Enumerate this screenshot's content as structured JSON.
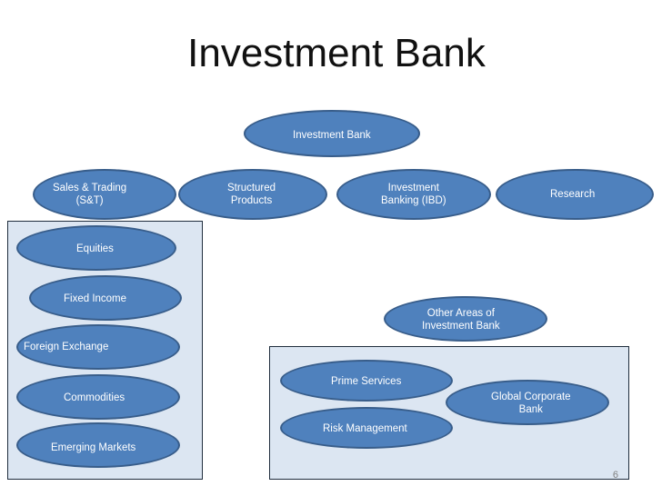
{
  "title": "Investment Bank",
  "colors": {
    "node_fill": "#4f81bd",
    "node_border": "#385d8a",
    "panel_fill": "#dce6f2",
    "text": "#ffffff"
  },
  "nodes": {
    "root": "Investment Bank",
    "sales_trading": "Sales & Trading\n(S&T)",
    "structured_products": "Structured\nProducts",
    "ibd": "Investment\nBanking (IBD)",
    "research": "Research",
    "equities": "Equities",
    "fixed_income": "Fixed Income",
    "fx": "Foreign Exchange",
    "commodities": "Commodities",
    "emerging_markets": "Emerging Markets",
    "other_areas": "Other Areas of\nInvestment Bank",
    "prime_services": "Prime Services",
    "risk_management": "Risk Management",
    "global_corporate_bank": "Global Corporate\nBank"
  },
  "page_number": "6"
}
